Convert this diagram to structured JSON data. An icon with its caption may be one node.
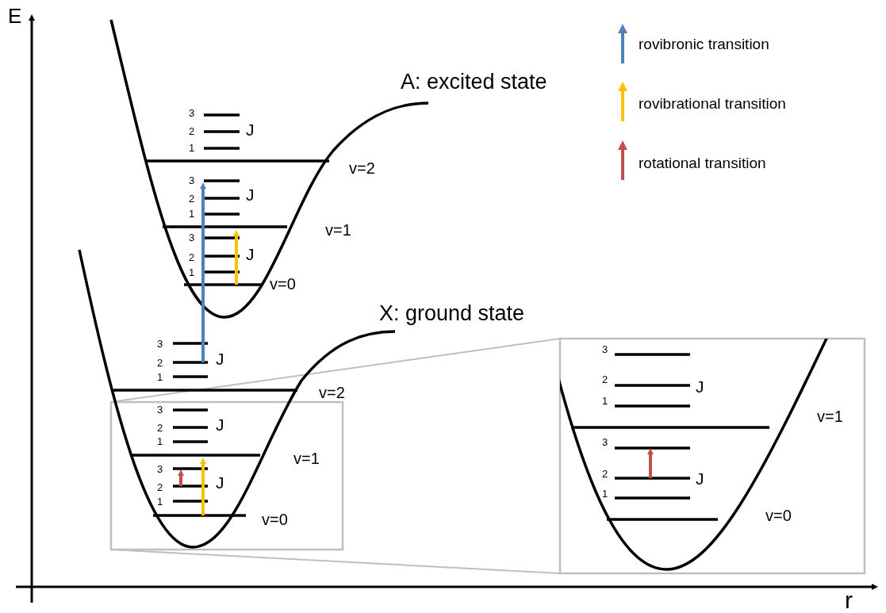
{
  "diagram": {
    "nodes": [
      {
        "text": [],
        "shape": "box"
      },
      {
        "text": [],
        "shape": "box"
      }
    ],
    "edges": [
      {
        "from": 0,
        "to": 1,
        "arrow": "none"
      },
      {
        "from": 0,
        "to": 1,
        "arrow": "none"
      }
    ],
    "labels": [
      "E",
      "A: excited state",
      "3",
      "2",
      "J",
      "1",
      "v=2",
      "3",
      "2",
      "J",
      "1",
      "v=1",
      "3",
      "2",
      "J",
      "1",
      "v=0",
      "X: ground state",
      "3",
      "2",
      "J",
      "1",
      "v=2",
      "3",
      "2",
      "J",
      "1",
      "v=1",
      "3",
      "2",
      "J",
      "1",
      "v=0",
      "3",
      "2",
      "J",
      "1",
      "v=1",
      "3",
      "2",
      "J",
      "1",
      "v=0",
      "r"
    ],
    "legend": [
      {
        "text": "rovibronic transition",
        "color": "#4f81bd"
      },
      {
        "text": "rovibrational transition",
        "color": "#ffc000"
      },
      {
        "text": "rotational transition",
        "color": "#c0504d"
      }
    ]
  }
}
